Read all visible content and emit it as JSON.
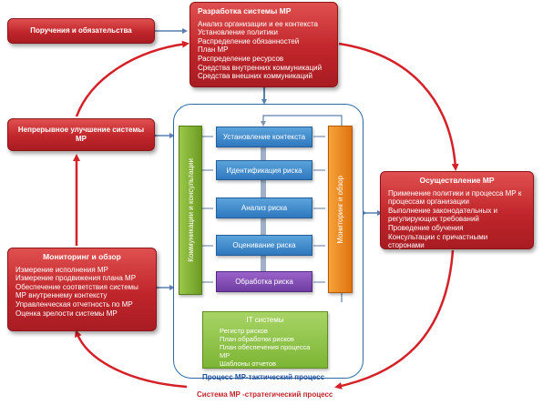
{
  "top_box": {
    "title": "Разработка системы МР",
    "items": [
      "Анализ организации и ее контекста",
      "Установление политики",
      "Распределение обязанностей",
      "План МР",
      "Распределение ресурсов",
      "Средства внутренних коммуникаций",
      "Средства внешних коммуникаций"
    ]
  },
  "obligations_box": {
    "title": "Поручения и обязательства"
  },
  "improvement_box": {
    "title": "Непрерывное улучшение системы МР"
  },
  "monitoring_box": {
    "title": "Мониторинг и обзор",
    "items": [
      "Измерение исполнения МР",
      "Измерение продвижения плана МР",
      "Обеспечение соответствия системы",
      "МР внутреннему контексту",
      "Управленческая отчетность по МР",
      "Оценка зрелости системы МР"
    ]
  },
  "implementation_box": {
    "title": "Осуществление МР",
    "items": [
      "Применение политики и процесса МР к процессам организации",
      "Выполнение законодательных и регулирующих требований",
      "Проведение обучения",
      "Консультации с причастными сторонами"
    ]
  },
  "process": {
    "communication_bar": "Коммуникации и консультации",
    "monitoring_bar": "Мониторинг и обзор",
    "steps": [
      "Установление контекста",
      "Идентификация риска",
      "Анализ риска",
      "Оценивание риска",
      "Обработка риска"
    ],
    "label": "Процесс МР-тактический процесс"
  },
  "it_box": {
    "title": "IT системы",
    "items": [
      "Регистр рисков",
      "План обработки рисков",
      "План обеспечения процесса МР",
      "Шаблоны отчетов"
    ]
  },
  "system_label": "Система МР -стратегический процесс",
  "colors": {
    "red": "#c0262b",
    "blue": "#2f78be",
    "purple": "#6f3da2",
    "green": "#7cb534",
    "orange": "#e07410",
    "container_border": "#2f6aa6",
    "label_blue": "#1f4e9c",
    "label_red": "#c0262b"
  }
}
